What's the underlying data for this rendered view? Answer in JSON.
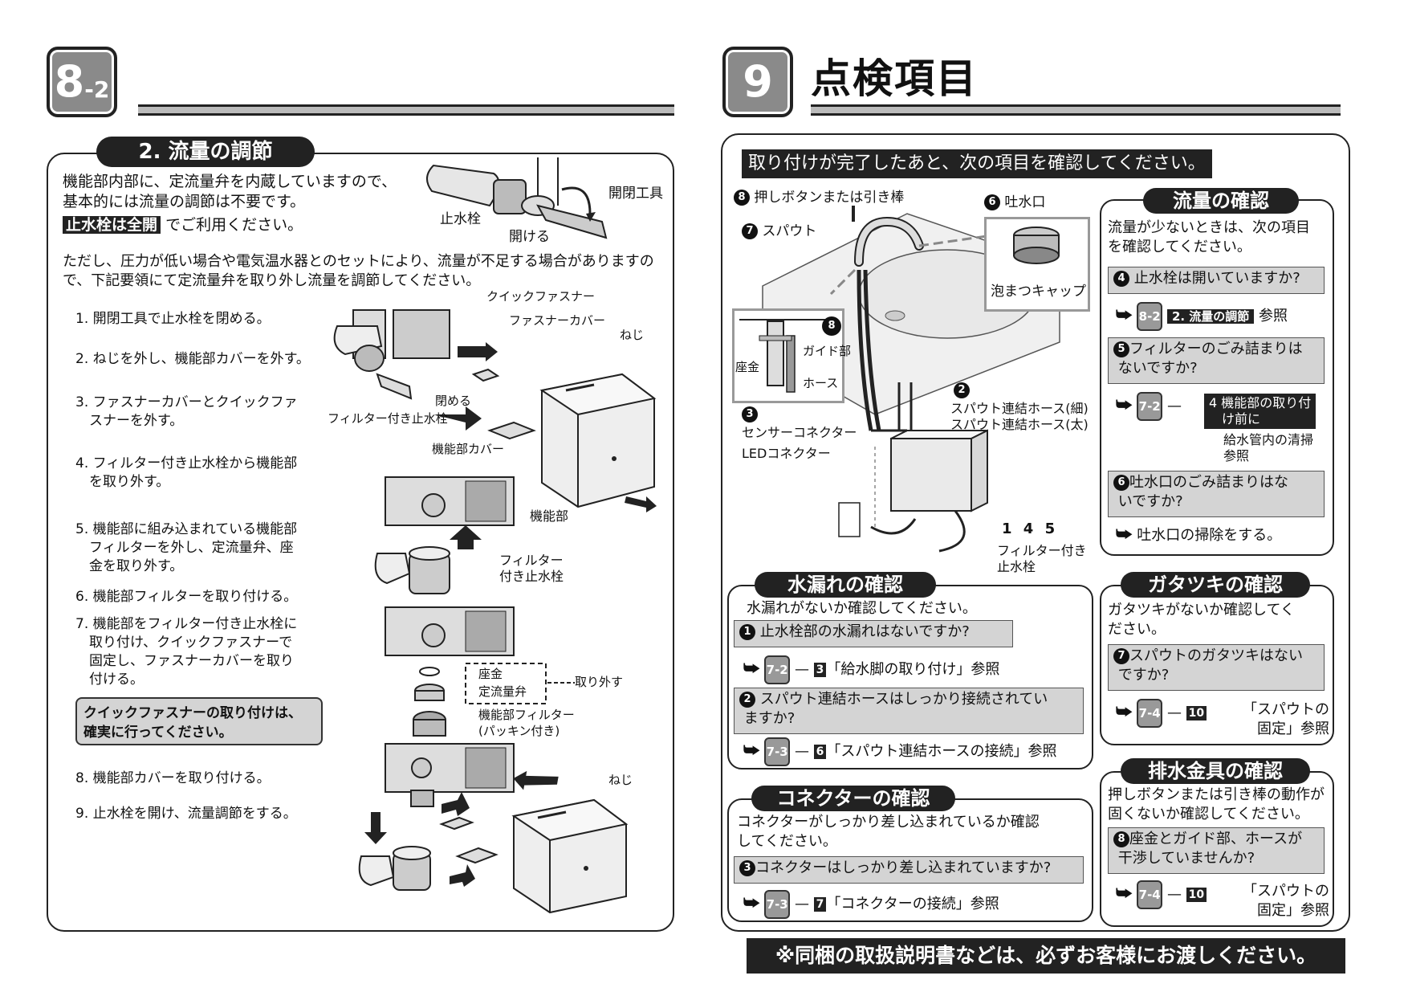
{
  "left": {
    "badge_main": "8",
    "badge_sub": "-2",
    "section_title": "2. 流量の調節",
    "intro_line1": "機能部内部に、定流量弁を内蔵していますので、",
    "intro_line2": "基本的には流量の調節は不要です。",
    "intro_highlight": "止水栓は全開",
    "intro_suffix": "でご利用ください。",
    "note_line1": "ただし、圧力が低い場合や電気温水器とのセットにより、流量が不足する場合がありますの",
    "note_line2": "で、下記要領にて定流量弁を取り外し流量を調節してください。",
    "steps": [
      "1. 開閉工具で止水栓を閉める。",
      "2. ねじを外し、機能部カバーを外す。",
      "3. ファスナーカバーとクイックファ\n　スナーを外す。",
      "4. フィルター付き止水栓から機能部\n　を取り外す。",
      "5. 機能部に組み込まれている機能部\n　フィルターを外し、定流量弁、座\n　金を取り外す。",
      "6. 機能部フィルターを取り付ける。",
      "7. 機能部をフィルター付き止水栓に\n　取り付け、クイックファスナーで\n　固定し、ファスナーカバーを取り\n　付ける。",
      "8. 機能部カバーを取り付ける。",
      "9. 止水栓を開け、流量調節をする。"
    ],
    "warning": "クイックファスナーの取り付けは、\n確実に行ってください。",
    "labels": {
      "valve": "止水栓",
      "tool": "開閉工具",
      "open": "開ける",
      "quick_fastener": "クイックファスナー",
      "fastener_cover": "ファスナーカバー",
      "screw": "ねじ",
      "close": "閉める",
      "filter_valve": "フィルター付き止水栓",
      "unit_cover": "機能部カバー",
      "unit": "機能部",
      "filter_valve2": "フィルター\n付き止水栓",
      "washer": "座金",
      "flow_valve": "定流量弁",
      "remove": "取り外す",
      "unit_filter": "機能部フィルター\n(パッキン付き)",
      "screw2": "ねじ"
    }
  },
  "right": {
    "badge_main": "9",
    "title": "点検項目",
    "header_box": "取り付けが完了したあと、次の項目を確認してください。",
    "diagram": {
      "push_button": "押しボタンまたは引き棒",
      "spout": "スパウト",
      "outlet": "吐水口",
      "aerator": "泡まつキャップ",
      "guide": "ガイド部",
      "washer": "座金",
      "hose": "ホース",
      "hose_thin": "スパウト連結ホース(細)",
      "hose_thick": "スパウト連結ホース(太)",
      "sensor_connector": "センサーコネクター",
      "led_connector": "LEDコネクター",
      "filter_valve": "フィルター付き\n止水栓",
      "num_8": "8",
      "num_7": "7",
      "num_6": "6",
      "num_2": "2",
      "num_3": "3",
      "num_145": "1 4 5"
    },
    "flow": {
      "title": "流量の確認",
      "intro": "流量が少ないときは、次の項目\nを確認してください。",
      "q4": "止水栓は開いていますか?",
      "q4_num": "4",
      "q4_ref_badge": "8-2",
      "q4_ref_box": "2. 流量の調節",
      "q4_ref_suffix": "参照",
      "q5": "フィルターのごみ詰まりは\n ないですか?",
      "q5_num": "5",
      "q5_ref_badge": "7-2",
      "q5_ref_box": "4 機能部の取り付\n　け前に",
      "q5_ref_text": "給水管内の清掃\n参照",
      "q6": "吐水口のごみ詰まりはな\n いですか?",
      "q6_num": "6",
      "q6_ans": "吐水口の掃除をする。"
    },
    "leak": {
      "title": "水漏れの確認",
      "intro": "水漏れがないか確認してください。",
      "q1": "止水栓部の水漏れはないですか?",
      "q1_num": "1",
      "q1_badge": "7-2",
      "q1_ref_num": "3",
      "q1_ref": "「給水脚の取り付け」参照",
      "q2": "スパウト連結ホースはしっかり接続されてい\n ますか?",
      "q2_num": "2",
      "q2_badge": "7-3",
      "q2_ref_num": "6",
      "q2_ref": "「スパウト連結ホースの接続」参照"
    },
    "shake": {
      "title": "ガタツキの確認",
      "intro": "ガタツキがないか確認してく\nださい。",
      "q7": "スパウトのガタツキはない\n ですか?",
      "q7_num": "7",
      "q7_badge": "7-4",
      "q7_ref_num": "10",
      "q7_ref": "「スパウトの\n固定」参照"
    },
    "connector": {
      "title": "コネクターの確認",
      "intro": "コネクターがしっかり差し込まれているか確認\nしてください。",
      "q3": "コネクターはしっかり差し込まれていますか?",
      "q3_num": "3",
      "q3_badge": "7-3",
      "q3_ref_num": "7",
      "q3_ref": "「コネクターの接続」参照"
    },
    "drain": {
      "title": "排水金具の確認",
      "intro": "押しボタンまたは引き棒の動作が\n固くないか確認してください。",
      "q8": "座金とガイド部、ホースが\n 干渉していませんか?",
      "q8_num": "8",
      "q8_badge": "7-4",
      "q8_ref_num": "10",
      "q8_ref": "「スパウトの\n固定」参照"
    },
    "footer": "※同梱の取扱説明書などは、必ずお客様にお渡しください。",
    "dash": "—"
  }
}
